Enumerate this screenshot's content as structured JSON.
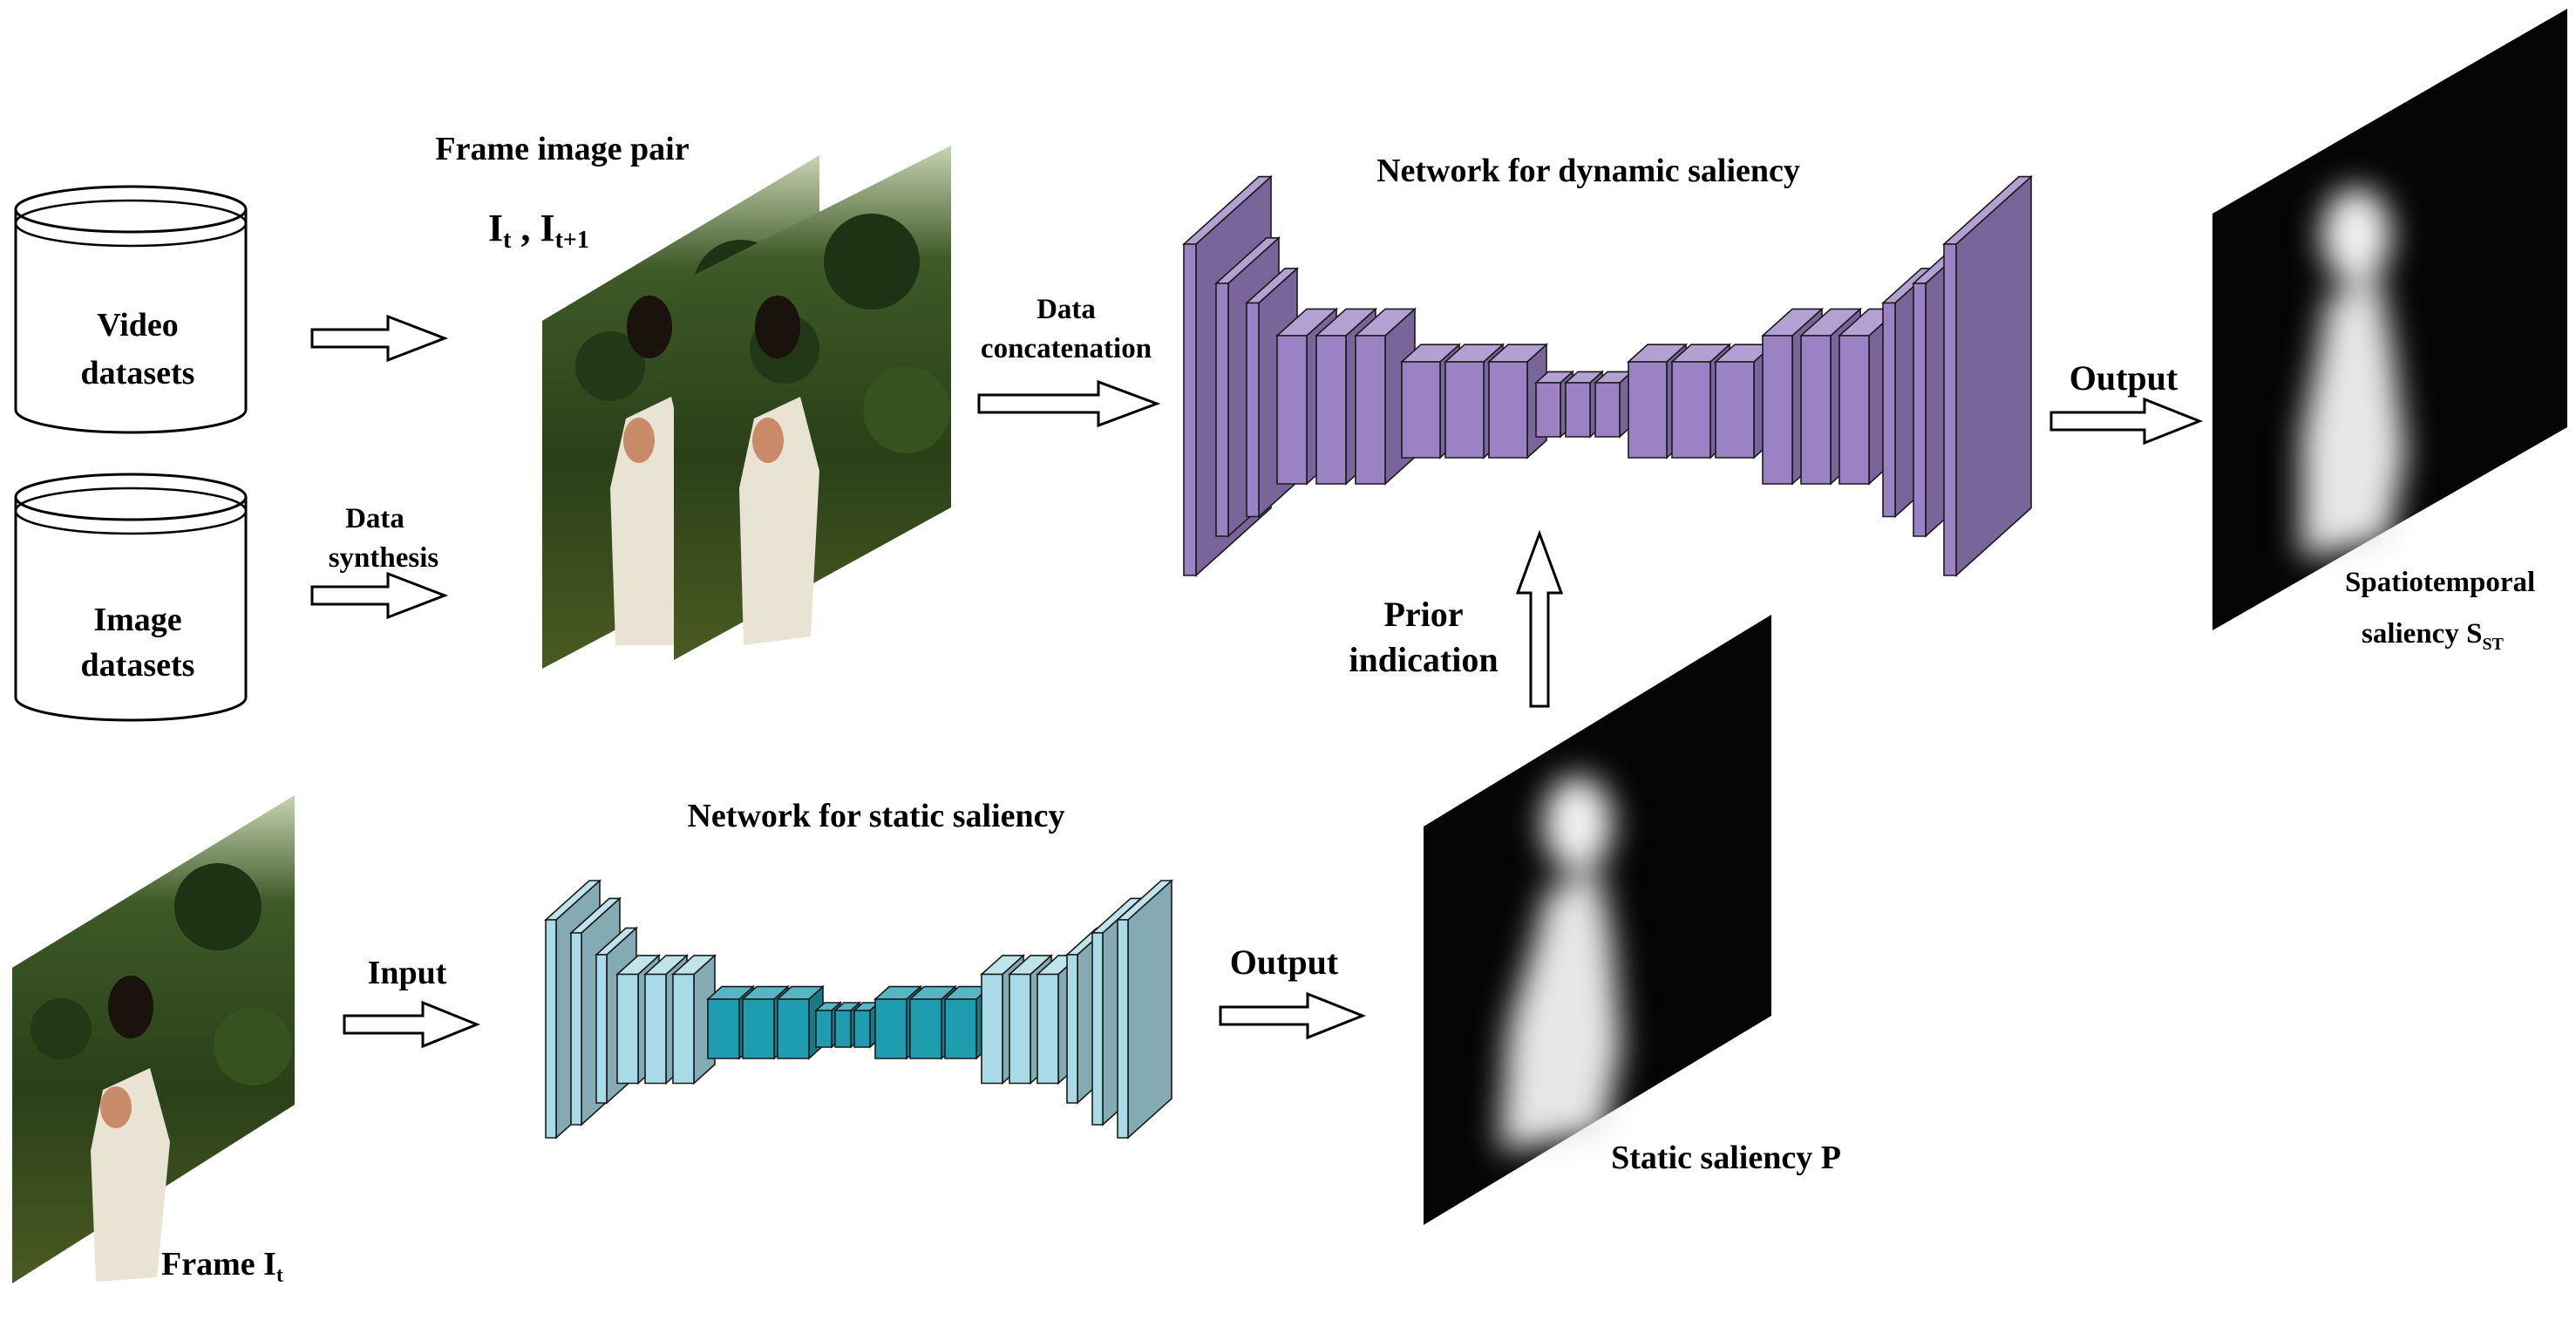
{
  "labels": {
    "video_datasets": [
      "Video",
      "datasets"
    ],
    "image_datasets": [
      "Image",
      "datasets"
    ],
    "frame_pair_title": "Frame image pair",
    "frame_pair_formula": {
      "main": "I",
      "sub_t": "t",
      "sep": " , ",
      "sub_t1": "t+1"
    },
    "data_synthesis": [
      "Data",
      "synthesis"
    ],
    "data_concatenation": [
      "Data",
      "concatenation"
    ],
    "dynamic_network_title": "Network for dynamic saliency",
    "output_top": "Output",
    "spatiotemporal": {
      "line1": "Spatiotemporal",
      "line2": "saliency S",
      "sub": "ST"
    },
    "prior_indication": [
      "Prior",
      "indication"
    ],
    "static_network_title": "Network for static saliency",
    "input": "Input",
    "output_bottom": "Output",
    "static_saliency": "Static saliency P",
    "frame_it": {
      "main": "Frame I",
      "sub": "t"
    }
  },
  "colors": {
    "dynamic_network": "#9b82c4",
    "dynamic_network_dark": "#8466b0",
    "static_network": "#a9dbe6",
    "static_network_dark": "#1f9db0",
    "saliency_background": "#050505",
    "saliency_blob": "#f2f2f2",
    "forest": "#2f4a1e"
  }
}
